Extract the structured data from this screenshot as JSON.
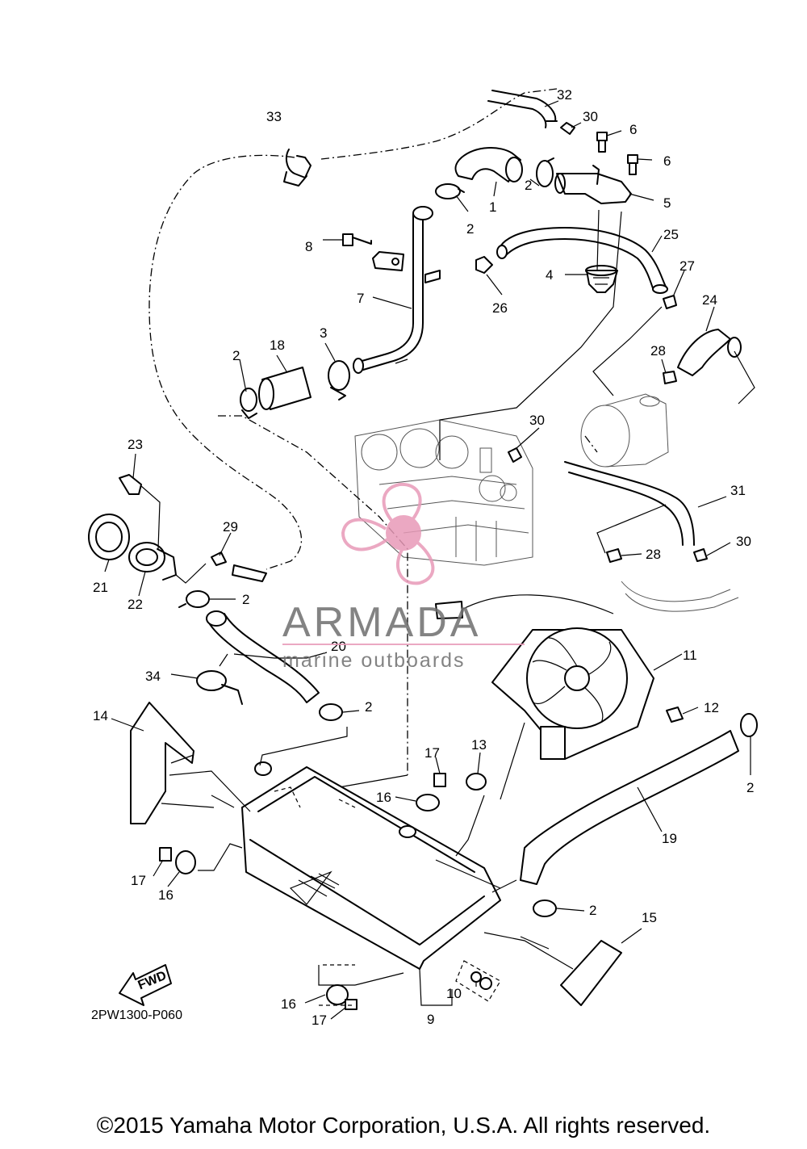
{
  "diagram": {
    "drawing_code": "2PW1300-P060",
    "fwd_label": "FWD",
    "callouts": [
      {
        "id": "c32",
        "text": "32"
      },
      {
        "id": "c30a",
        "text": "30"
      },
      {
        "id": "c33",
        "text": "33"
      },
      {
        "id": "c6a",
        "text": "6"
      },
      {
        "id": "c6b",
        "text": "6"
      },
      {
        "id": "c5",
        "text": "5"
      },
      {
        "id": "c1",
        "text": "1"
      },
      {
        "id": "c2a",
        "text": "2"
      },
      {
        "id": "c2b",
        "text": "2"
      },
      {
        "id": "c25",
        "text": "25"
      },
      {
        "id": "c8",
        "text": "8"
      },
      {
        "id": "c4",
        "text": "4"
      },
      {
        "id": "c27",
        "text": "27"
      },
      {
        "id": "c26",
        "text": "26"
      },
      {
        "id": "c7",
        "text": "7"
      },
      {
        "id": "c24",
        "text": "24"
      },
      {
        "id": "c3",
        "text": "3"
      },
      {
        "id": "c18",
        "text": "18"
      },
      {
        "id": "c2c",
        "text": "2"
      },
      {
        "id": "c28a",
        "text": "28"
      },
      {
        "id": "c30b",
        "text": "30"
      },
      {
        "id": "c23",
        "text": "23"
      },
      {
        "id": "c31",
        "text": "31"
      },
      {
        "id": "c29",
        "text": "29"
      },
      {
        "id": "c30c",
        "text": "30"
      },
      {
        "id": "c28b",
        "text": "28"
      },
      {
        "id": "c21",
        "text": "21"
      },
      {
        "id": "c22",
        "text": "22"
      },
      {
        "id": "c2d",
        "text": "2"
      },
      {
        "id": "c20",
        "text": "20"
      },
      {
        "id": "c11",
        "text": "11"
      },
      {
        "id": "c34",
        "text": "34"
      },
      {
        "id": "c2e",
        "text": "2"
      },
      {
        "id": "c12",
        "text": "12"
      },
      {
        "id": "c14",
        "text": "14"
      },
      {
        "id": "c13",
        "text": "13"
      },
      {
        "id": "c17a",
        "text": "17"
      },
      {
        "id": "c16a",
        "text": "16"
      },
      {
        "id": "c2f",
        "text": "2"
      },
      {
        "id": "c19",
        "text": "19"
      },
      {
        "id": "c17b",
        "text": "17"
      },
      {
        "id": "c16b",
        "text": "16"
      },
      {
        "id": "c2g",
        "text": "2"
      },
      {
        "id": "c15",
        "text": "15"
      },
      {
        "id": "c10",
        "text": "10"
      },
      {
        "id": "c16c",
        "text": "16"
      },
      {
        "id": "c9",
        "text": "9"
      },
      {
        "id": "c17c",
        "text": "17"
      }
    ]
  },
  "watermark": {
    "brand": "ARMADA",
    "tagline": "marine outboards",
    "accent_color": "#e89ab8"
  },
  "footer": {
    "copyright": "©2015 Yamaha Motor Corporation, U.S.A. All rights reserved."
  }
}
